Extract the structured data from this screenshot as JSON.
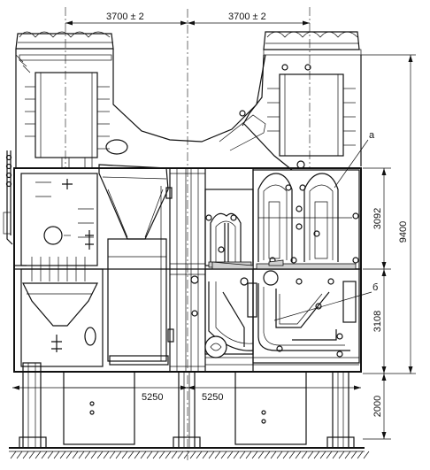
{
  "dimensions": {
    "top_left": "3700 ± 2",
    "top_right": "3700 ± 2",
    "total_height": "9400",
    "upper_tank": "3092",
    "lower_tank": "3108",
    "base_height": "2000",
    "bottom_left": "5250",
    "bottom_right": "5250"
  },
  "callouts": {
    "a": "а",
    "b": "б"
  }
}
